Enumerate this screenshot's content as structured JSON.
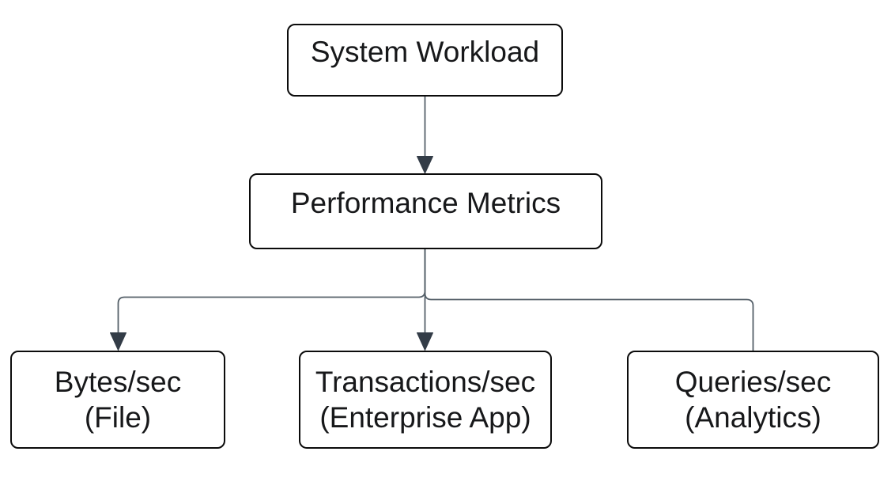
{
  "diagram": {
    "type": "flowchart",
    "direction": "top-down",
    "nodes": [
      {
        "id": "system-workload",
        "label": "System Workload"
      },
      {
        "id": "performance-metrics",
        "label": "Performance Metrics"
      },
      {
        "id": "bytes-sec",
        "label": "Bytes/sec",
        "sublabel": "(File)"
      },
      {
        "id": "transactions-sec",
        "label": "Transactions/sec",
        "sublabel": "(Enterprise App)"
      },
      {
        "id": "queries-sec",
        "label": "Queries/sec",
        "sublabel": "(Analytics)"
      }
    ],
    "edges": [
      {
        "from": "system-workload",
        "to": "performance-metrics",
        "arrowhead": true
      },
      {
        "from": "performance-metrics",
        "to": "bytes-sec",
        "arrowhead": true
      },
      {
        "from": "performance-metrics",
        "to": "transactions-sec",
        "arrowhead": true
      },
      {
        "from": "performance-metrics",
        "to": "queries-sec",
        "arrowhead": false
      }
    ]
  },
  "colors": {
    "background": "#ffffff",
    "node-fill": "#ffffff",
    "node-border": "#0b0b0b",
    "text": "#17181a",
    "edge-line": "#556069",
    "arrowhead": "#333c47"
  }
}
